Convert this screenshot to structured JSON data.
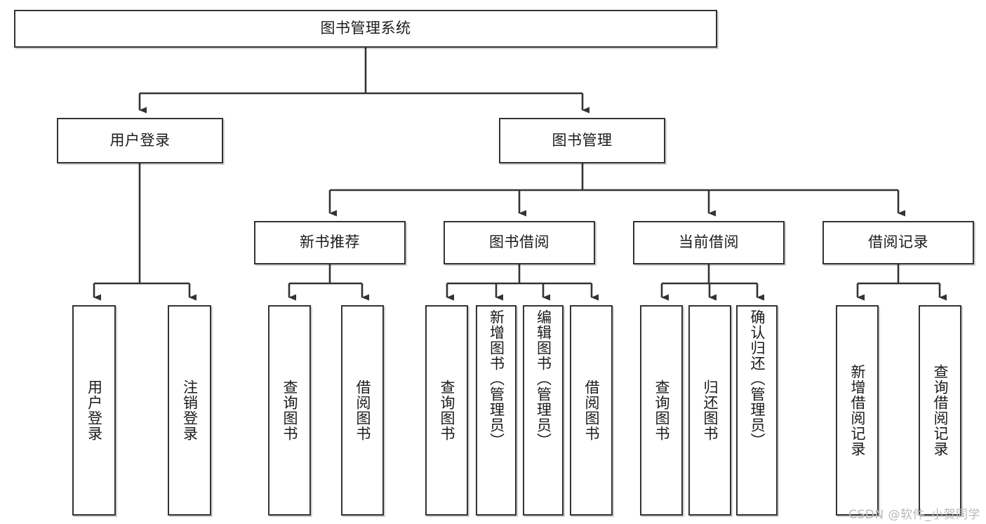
{
  "diagram": {
    "title": "图书管理系统",
    "type": "tree",
    "watermark": "CSDN @软件_小贺同学",
    "colors": {
      "box_border": "#333333",
      "box_fill": "#ffffff",
      "connector": "#333333",
      "text": "#1b1b1b",
      "watermark": "#b9b9b9"
    },
    "nodes": {
      "root": {
        "label": "图书管理系统",
        "level": 0,
        "orientation": "horizontal"
      },
      "user_login": {
        "label": "用户登录",
        "level": 1,
        "orientation": "horizontal"
      },
      "book_manage": {
        "label": "图书管理",
        "level": 1,
        "orientation": "horizontal"
      },
      "new_book_rec": {
        "label": "新书推荐",
        "level": 2,
        "orientation": "horizontal"
      },
      "book_borrow": {
        "label": "图书借阅",
        "level": 2,
        "orientation": "horizontal"
      },
      "current_borrow": {
        "label": "当前借阅",
        "level": 2,
        "orientation": "horizontal"
      },
      "borrow_record": {
        "label": "借阅记录",
        "level": 2,
        "orientation": "horizontal"
      },
      "leaf_user_login": {
        "label": "用户登录",
        "level": 3,
        "orientation": "vertical",
        "parent": "user_login"
      },
      "leaf_logout": {
        "label": "注销登录",
        "level": 3,
        "orientation": "vertical",
        "parent": "user_login"
      },
      "leaf_query_books_1": {
        "label": "查询图书",
        "level": 3,
        "orientation": "vertical",
        "parent": "new_book_rec"
      },
      "leaf_borrow_books_1": {
        "label": "借阅图书",
        "level": 3,
        "orientation": "vertical",
        "parent": "new_book_rec"
      },
      "leaf_query_books_2": {
        "label": "查询图书",
        "level": 3,
        "orientation": "vertical",
        "parent": "book_borrow"
      },
      "leaf_add_book": {
        "label": "新增图书（管理员）",
        "level": 3,
        "orientation": "vertical",
        "parent": "book_borrow"
      },
      "leaf_edit_book": {
        "label": "编辑图书（管理员）",
        "level": 3,
        "orientation": "vertical",
        "parent": "book_borrow"
      },
      "leaf_borrow_books_2": {
        "label": "借阅图书",
        "level": 3,
        "orientation": "vertical",
        "parent": "book_borrow"
      },
      "leaf_query_books_3": {
        "label": "查询图书",
        "level": 3,
        "orientation": "vertical",
        "parent": "current_borrow"
      },
      "leaf_return_book": {
        "label": "归还图书",
        "level": 3,
        "orientation": "vertical",
        "parent": "current_borrow"
      },
      "leaf_confirm_return": {
        "label": "确认归还（管理员）",
        "level": 3,
        "orientation": "vertical",
        "parent": "current_borrow"
      },
      "leaf_add_record": {
        "label": "新增借阅记录",
        "level": 3,
        "orientation": "vertical",
        "parent": "borrow_record"
      },
      "leaf_query_record": {
        "label": "查询借阅记录",
        "level": 3,
        "orientation": "vertical",
        "parent": "borrow_record"
      }
    },
    "edges": [
      {
        "from": "root",
        "to": "user_login"
      },
      {
        "from": "root",
        "to": "book_manage"
      },
      {
        "from": "book_manage",
        "to": "new_book_rec"
      },
      {
        "from": "book_manage",
        "to": "book_borrow"
      },
      {
        "from": "book_manage",
        "to": "current_borrow"
      },
      {
        "from": "book_manage",
        "to": "borrow_record"
      },
      {
        "from": "user_login",
        "to": "leaf_user_login"
      },
      {
        "from": "user_login",
        "to": "leaf_logout"
      },
      {
        "from": "new_book_rec",
        "to": "leaf_query_books_1"
      },
      {
        "from": "new_book_rec",
        "to": "leaf_borrow_books_1"
      },
      {
        "from": "book_borrow",
        "to": "leaf_query_books_2"
      },
      {
        "from": "book_borrow",
        "to": "leaf_add_book"
      },
      {
        "from": "book_borrow",
        "to": "leaf_edit_book"
      },
      {
        "from": "book_borrow",
        "to": "leaf_borrow_books_2"
      },
      {
        "from": "current_borrow",
        "to": "leaf_query_books_3"
      },
      {
        "from": "current_borrow",
        "to": "leaf_return_book"
      },
      {
        "from": "current_borrow",
        "to": "leaf_confirm_return"
      },
      {
        "from": "borrow_record",
        "to": "leaf_add_record"
      },
      {
        "from": "borrow_record",
        "to": "leaf_query_record"
      }
    ]
  }
}
